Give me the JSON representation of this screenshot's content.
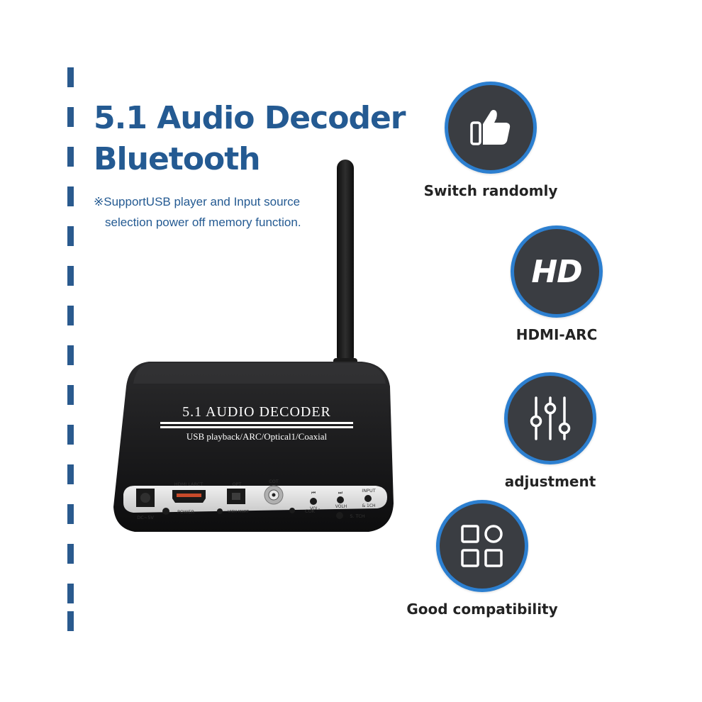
{
  "headline": {
    "line1": "5.1 Audio Decoder",
    "line2": "Bluetooth"
  },
  "description": {
    "line1": "※SupportUSB player and Input source",
    "line2": "selection power off memory function."
  },
  "device": {
    "brand_text": "5.1 AUDIO DECODER",
    "sub_text": "USB playback/ARC/Optical1/Coaxial",
    "ports": {
      "dc": "DC~5V",
      "power": "POWER",
      "hdmi": "HDMI LARCT",
      "opt": "OPT",
      "opt_sub": "VIDII MIIRT",
      "coax": "COT",
      "cok": "COK",
      "prev": "VOL-",
      "next": "VOLH",
      "input": "INPUT",
      "input_sub": "& 1CH",
      "sch": "S. TCH"
    }
  },
  "features": [
    {
      "icon": "thumbs-up-icon",
      "label": "Switch randomly"
    },
    {
      "icon": "hd-icon",
      "label": "HDMI-ARC",
      "badge_text": "HD"
    },
    {
      "icon": "sliders-icon",
      "label": "adjustment"
    },
    {
      "icon": "grid-icon",
      "label": "Good compatibility"
    }
  ],
  "colors": {
    "accent_blue": "#245a92",
    "badge_ring": "#2c7fd0",
    "badge_fill": "#3a3d42"
  }
}
